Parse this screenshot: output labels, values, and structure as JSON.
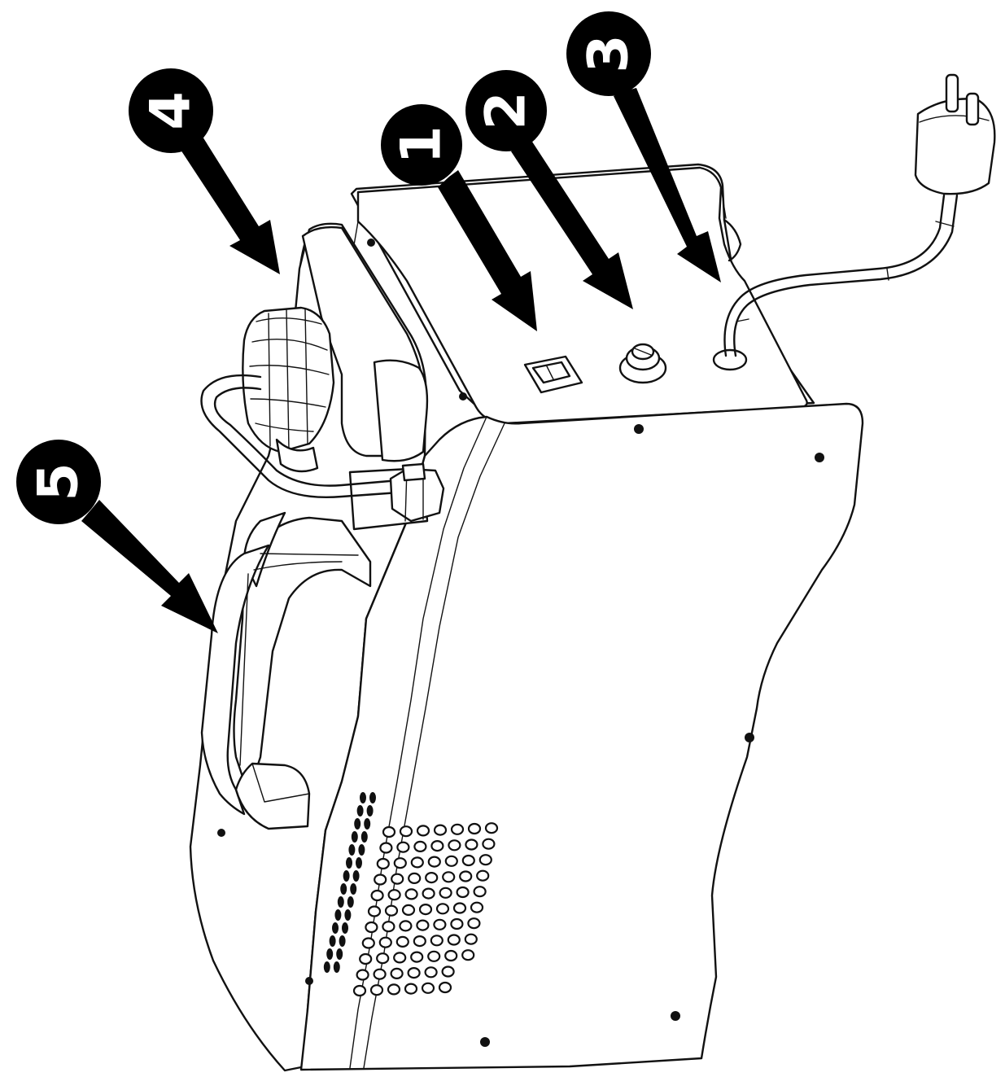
{
  "callouts": [
    {
      "id": "power-switch",
      "number": "1"
    },
    {
      "id": "gas-connector",
      "number": "2"
    },
    {
      "id": "power-cord-gland",
      "number": "3"
    },
    {
      "id": "wire-spool",
      "number": "4"
    },
    {
      "id": "carry-handle",
      "number": "5"
    }
  ],
  "colors": {
    "line": "#111111",
    "badge": "#000000",
    "badge_text": "#ffffff",
    "background": "#ffffff"
  }
}
